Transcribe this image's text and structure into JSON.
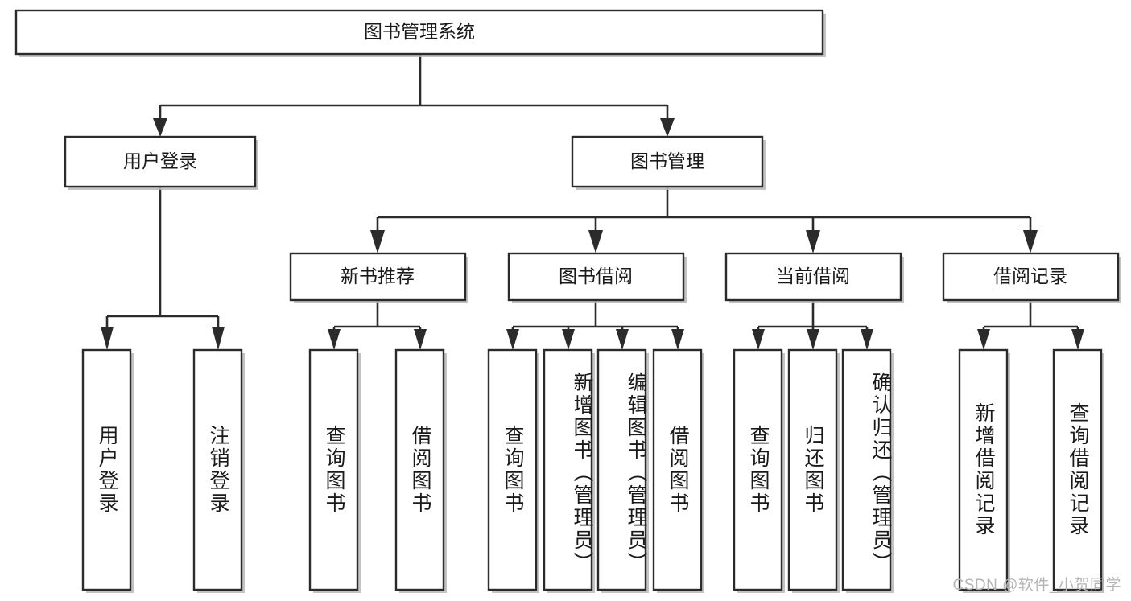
{
  "diagram": {
    "type": "tree-hierarchy",
    "title": "图书管理系统",
    "root": {
      "id": "root",
      "label": "图书管理系统",
      "orientation": "horizontal"
    },
    "level2": [
      {
        "id": "user-login",
        "label": "用户登录",
        "orientation": "horizontal"
      },
      {
        "id": "book-management",
        "label": "图书管理",
        "orientation": "horizontal"
      }
    ],
    "level3": [
      {
        "id": "new-book-recommend",
        "label": "新书推荐",
        "orientation": "horizontal",
        "parent": "book-management"
      },
      {
        "id": "book-borrow",
        "label": "图书借阅",
        "orientation": "horizontal",
        "parent": "book-management"
      },
      {
        "id": "current-borrow",
        "label": "当前借阅",
        "orientation": "horizontal",
        "parent": "book-management"
      },
      {
        "id": "borrow-record",
        "label": "借阅记录",
        "orientation": "horizontal",
        "parent": "book-management"
      }
    ],
    "leaves": [
      {
        "id": "leaf-user-login",
        "label": "用户登录",
        "orientation": "vertical",
        "parent": "user-login"
      },
      {
        "id": "leaf-user-logout",
        "label": "注销登录",
        "orientation": "vertical",
        "parent": "user-login"
      },
      {
        "id": "leaf-query-book-1",
        "label": "查询图书",
        "orientation": "vertical",
        "parent": "new-book-recommend"
      },
      {
        "id": "leaf-borrow-book-1",
        "label": "借阅图书",
        "orientation": "vertical",
        "parent": "new-book-recommend"
      },
      {
        "id": "leaf-query-book-2",
        "label": "查询图书",
        "orientation": "vertical",
        "parent": "book-borrow"
      },
      {
        "id": "leaf-add-book",
        "label": "新增图书（管理员）",
        "orientation": "vertical",
        "parent": "book-borrow"
      },
      {
        "id": "leaf-edit-book",
        "label": "编辑图书（管理员）",
        "orientation": "vertical",
        "parent": "book-borrow"
      },
      {
        "id": "leaf-borrow-book-2",
        "label": "借阅图书",
        "orientation": "vertical",
        "parent": "book-borrow"
      },
      {
        "id": "leaf-query-book-3",
        "label": "查询图书",
        "orientation": "vertical",
        "parent": "current-borrow"
      },
      {
        "id": "leaf-return-book",
        "label": "归还图书",
        "orientation": "vertical",
        "parent": "current-borrow"
      },
      {
        "id": "leaf-confirm-return",
        "label": "确认归还（管理员）",
        "orientation": "vertical",
        "parent": "current-borrow"
      },
      {
        "id": "leaf-add-record",
        "label": "新增借阅记录",
        "orientation": "vertical",
        "parent": "borrow-record"
      },
      {
        "id": "leaf-query-record",
        "label": "查询借阅记录",
        "orientation": "vertical",
        "parent": "borrow-record"
      }
    ]
  },
  "watermark": {
    "text": "CSDN @软件_小贺同学"
  },
  "colors": {
    "box_stroke": "#2b2b2b",
    "box_fill": "#ffffff",
    "connector": "#2b2b2b",
    "text": "#1a1a1a",
    "watermark": "#b5b5b5",
    "background": "#ffffff"
  }
}
